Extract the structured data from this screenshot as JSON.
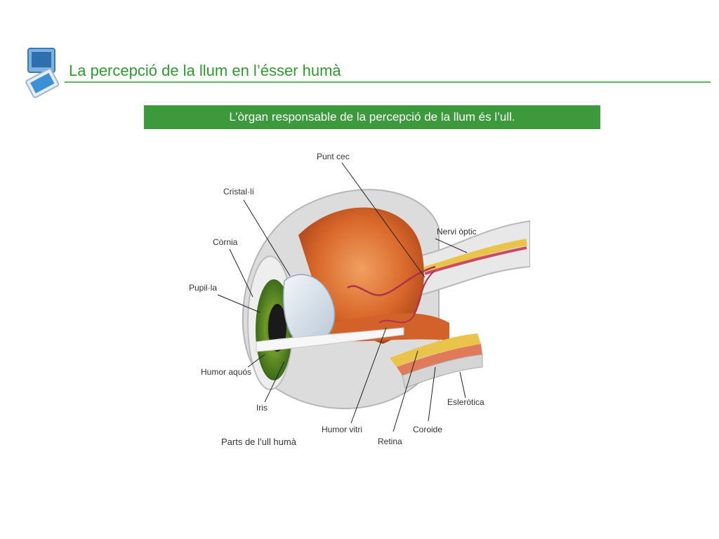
{
  "header": {
    "title": "La percepció de la llum en l’ésser humà"
  },
  "banner": {
    "text": "L’òrgan responsable de la percepció de la llum és l’ull."
  },
  "diagram": {
    "caption": "Parts de l’ull humà",
    "labels": {
      "punt_cec": "Punt cec",
      "cristalli": "Cristal·lí",
      "cornia": "Còrnia",
      "nervi_optic": "Nervi òptic",
      "pupilla": "Pupil·la",
      "humor_aquos": "Humor aquós",
      "iris": "Iris",
      "humor_vitri": "Humor vitri",
      "retina": "Retina",
      "coroide": "Coroide",
      "esclerotica": "Esleròtica"
    }
  },
  "colors": {
    "accent": "#2f9a2f",
    "banner": "#3c9a3c",
    "rule": "#5cb85c"
  }
}
